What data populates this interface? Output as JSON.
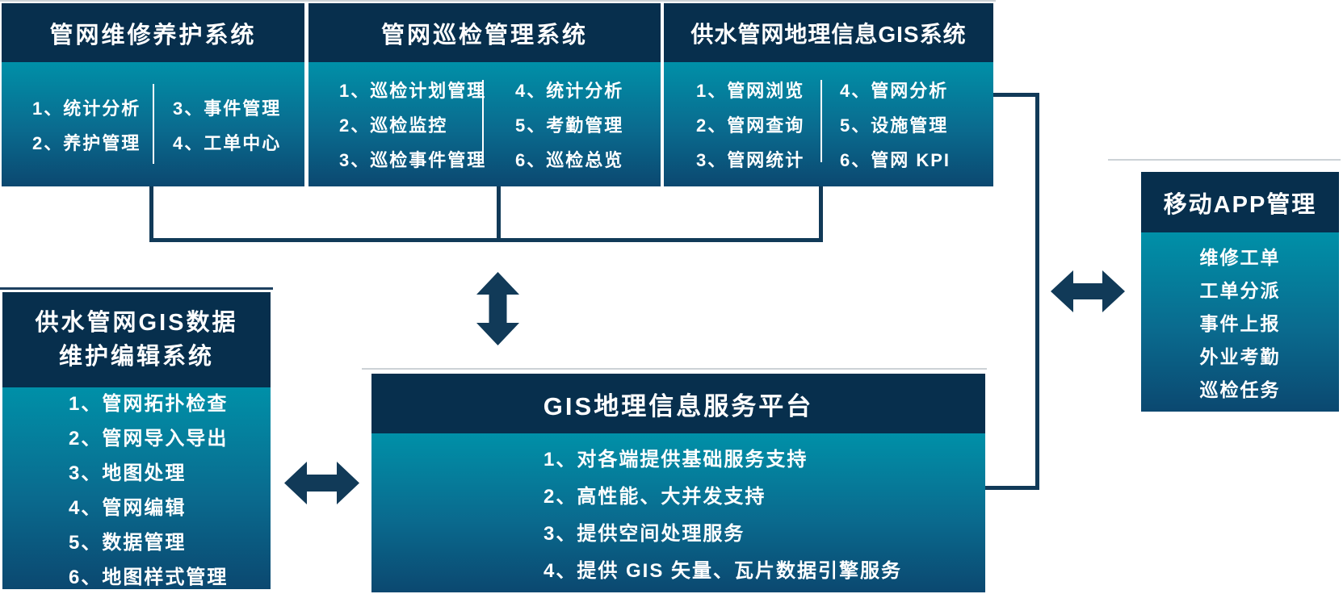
{
  "colors": {
    "header_navy": "#072f4d",
    "body_teal_top": "#0090a8",
    "body_blue_bottom": "#0b4870",
    "connector_navy": "#113a58",
    "shadow_gray": "#ccd2d6",
    "text_white": "#ffffff"
  },
  "maintenance": {
    "title": "管网维修养护系统",
    "col1": [
      "1、统计分析",
      "2、养护管理"
    ],
    "col2": [
      "3、事件管理",
      "4、工单中心"
    ]
  },
  "inspection": {
    "title": "管网巡检管理系统",
    "col1": [
      "1、巡检计划管理",
      "2、巡检监控",
      "3、巡检事件管理"
    ],
    "col2": [
      "4、统计分析",
      "5、考勤管理",
      "6、巡检总览"
    ]
  },
  "gis": {
    "title": "供水管网地理信息GIS系统",
    "col1": [
      "1、管网浏览",
      "2、管网查询",
      "3、管网统计"
    ],
    "col2": [
      "4、管网分析",
      "5、设施管理",
      "6、管网 KPI"
    ]
  },
  "editor": {
    "title_line1": "供水管网GIS数据",
    "title_line2": "维护编辑系统",
    "items": [
      "1、管网拓扑检查",
      "2、管网导入导出",
      "3、地图处理",
      "4、管网编辑",
      "5、数据管理",
      "6、地图样式管理"
    ]
  },
  "platform": {
    "title": "GIS地理信息服务平台",
    "items": [
      "1、对各端提供基础服务支持",
      "2、高性能、大并发支持",
      "3、提供空间处理服务",
      "4、提供 GIS 矢量、瓦片数据引擎服务"
    ]
  },
  "mobile": {
    "title": "移动APP管理",
    "items": [
      "维修工单",
      "工单分派",
      "事件上报",
      "外业考勤",
      "巡检任务"
    ]
  }
}
